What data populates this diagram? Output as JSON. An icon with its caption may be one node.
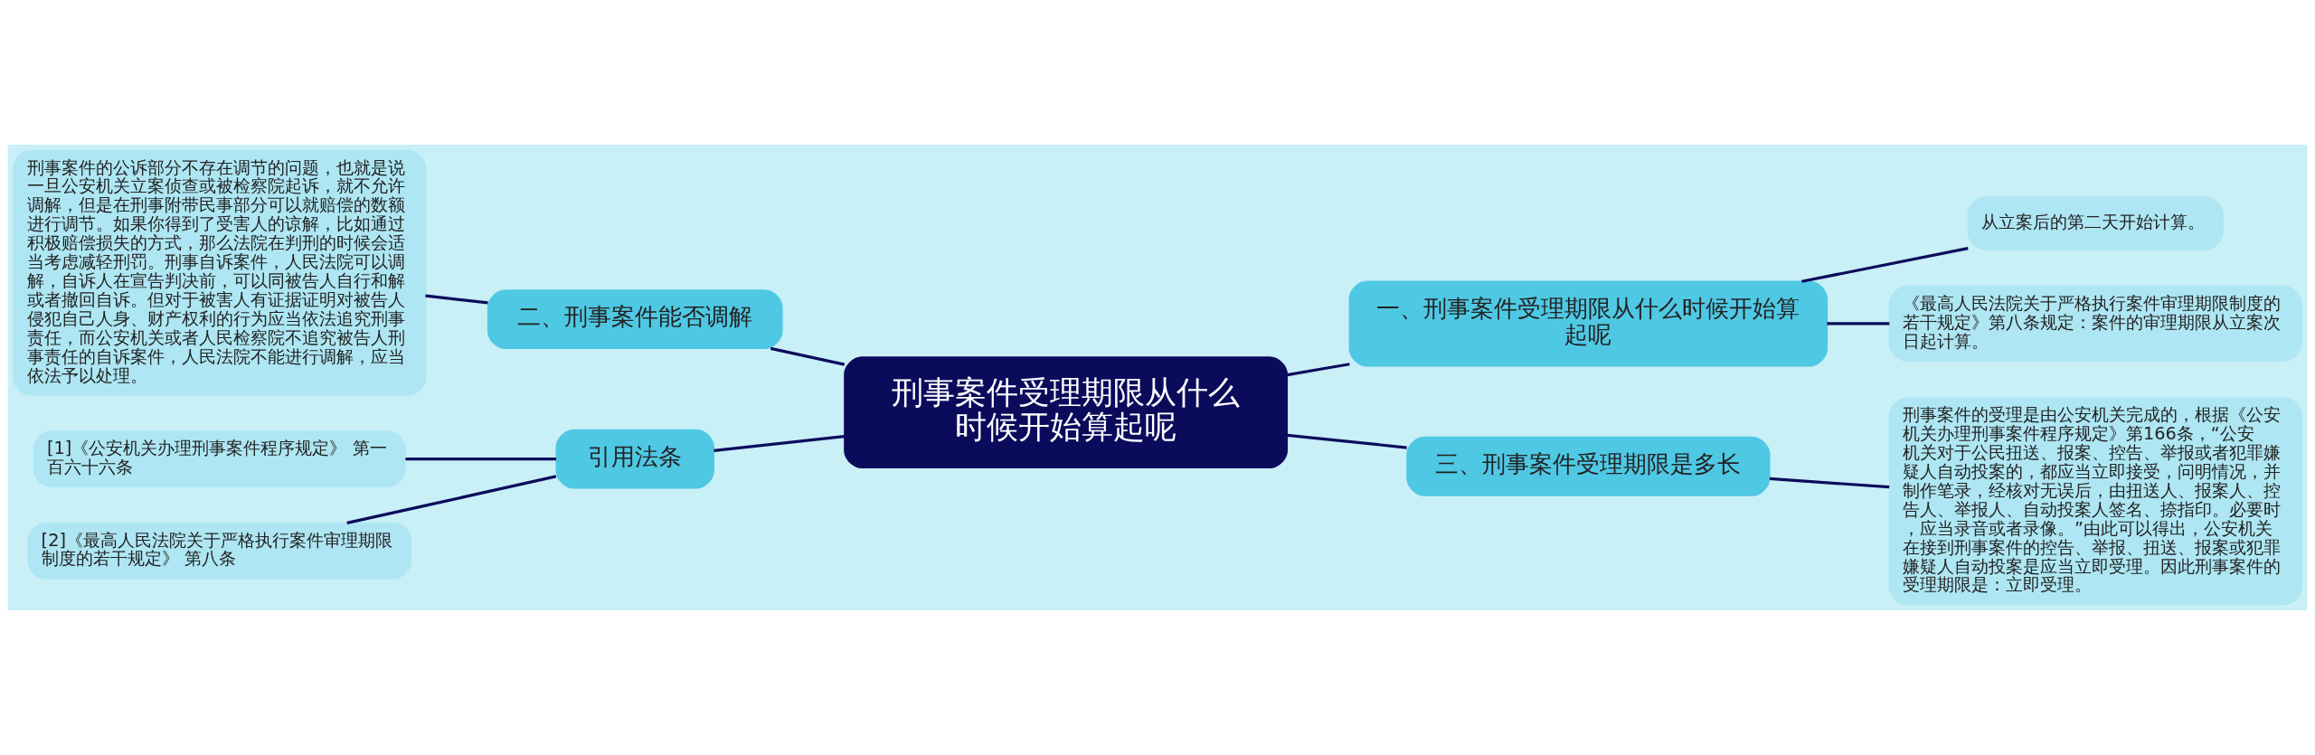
{
  "diagram": {
    "nodes": [
      {
        "text": [
          "刑事案件受理期限从什么时候开始算起呢"
        ]
      },
      {
        "text": [
          "一、刑事案件受理期限从什么时候开始算起呢"
        ]
      },
      {
        "text": [
          "从立案后的第二天开始计算。"
        ]
      },
      {
        "text": [
          "《最高人民法院关于严格执行案件审理期限制度的若干规定》第八条规定：案件的审理期限从立案次日起计算。"
        ]
      },
      {
        "text": [
          "二、刑事案件能否调解"
        ]
      },
      {
        "text": [
          "刑事案件的公诉部分不存在调节的问题，也就是说一旦公安机关立案侦查或被检察院起诉，就不允许调解，但是在刑事附带民事部分可以就赔偿的数额进行调节。如果你得到了受害人的谅解，比如通过积极赔偿损失的方式，那么法院在判刑的时候会适当考虑减轻刑罚。刑事自诉案件，人民法院可以调解，自诉人在宣告判决前，可以同被告人自行和解或者撤回自诉。但对于被害人有证据证明对被告人侵犯自己人身、财产权利的行为应当依法追究刑事责任，而公安机关或者人民检察院不追究被告人刑事责任的自诉案件，人民法院不能进行调解，应当依法予以处理。"
        ]
      },
      {
        "text": [
          "三、刑事案件受理期限是多长"
        ]
      },
      {
        "text": [
          "刑事案件的受理是由公安机关完成的，根据《公安机关办理刑事案件程序规定》第166条，“公安机关对于公民扭送、报案、控告、举报或者犯罪嫌疑人自动投案的，都应当立即接受，问明情况，并制作笔录，经核对无误后，由扭送人、报案人、控告人、举报人、自动投案人签名、捺指印。必要时，应当录音或者录像。”由此可以得出，公安机关在接到刑事案件的控告、举报、扭送、报案或犯罪嫌疑人自动投案是应当立即受理。因此刑事案件的受理期限是：立即受理。"
        ]
      },
      {
        "text": [
          "引用法条"
        ]
      },
      {
        "text": [
          "[1]《公安机关办理刑事案件程序规定》 第一百六十六条"
        ]
      },
      {
        "text": [
          "[2]《最高人民法院关于严格执行案件审理期限制度的若干规定》 第八条"
        ]
      }
    ],
    "edges": [
      {
        "from": 0,
        "to": 1,
        "arrow": "none"
      },
      {
        "from": 1,
        "to": 2,
        "arrow": "none"
      },
      {
        "from": 1,
        "to": 3,
        "arrow": "none"
      },
      {
        "from": 0,
        "to": 4,
        "arrow": "none"
      },
      {
        "from": 4,
        "to": 5,
        "arrow": "none"
      },
      {
        "from": 0,
        "to": 6,
        "arrow": "none"
      },
      {
        "from": 6,
        "to": 7,
        "arrow": "none"
      },
      {
        "from": 0,
        "to": 8,
        "arrow": "none"
      },
      {
        "from": 8,
        "to": 9,
        "arrow": "none"
      },
      {
        "from": 8,
        "to": 10,
        "arrow": "none"
      }
    ]
  }
}
